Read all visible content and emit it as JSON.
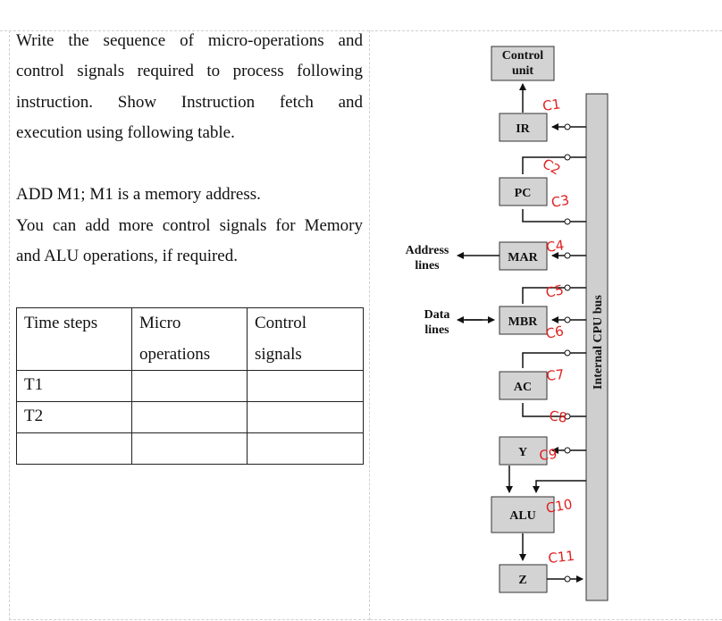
{
  "question": {
    "intro_lines": [
      "Write the sequence of micro-operations and",
      "control signals required to process following",
      "instruction.  Show  Instruction  fetch  and",
      "execution using following table."
    ],
    "instruction": "ADD M1; M1 is a memory address.",
    "note_lines": [
      "You can add more control signals for Memory",
      "and ALU operations, if required."
    ]
  },
  "table": {
    "headers": [
      [
        "Time steps"
      ],
      [
        "Micro",
        "operations"
      ],
      [
        "Control",
        "signals"
      ]
    ],
    "rows": [
      [
        "T1",
        "",
        ""
      ],
      [
        "T2",
        "",
        ""
      ],
      [
        "",
        "",
        ""
      ]
    ]
  },
  "diagram": {
    "blocks": {
      "control_unit": [
        "Control",
        "unit"
      ],
      "ir": "IR",
      "pc": "PC",
      "mar": "MAR",
      "mbr": "MBR",
      "ac": "AC",
      "y": "Y",
      "alu": "ALU",
      "z": "Z"
    },
    "address_lines": [
      "Address",
      "lines"
    ],
    "data_lines": [
      "Data",
      "lines"
    ],
    "bus_label": "Internal CPU bus",
    "signals": [
      "C1",
      "C2",
      "C3",
      "C4",
      "C5",
      "C6",
      "C7",
      "C8",
      "C9",
      "C10",
      "C11"
    ],
    "colors": {
      "block_fill": "#d3d3d3",
      "bus_fill": "#cfcfcf",
      "annotation": "#e02020"
    }
  }
}
